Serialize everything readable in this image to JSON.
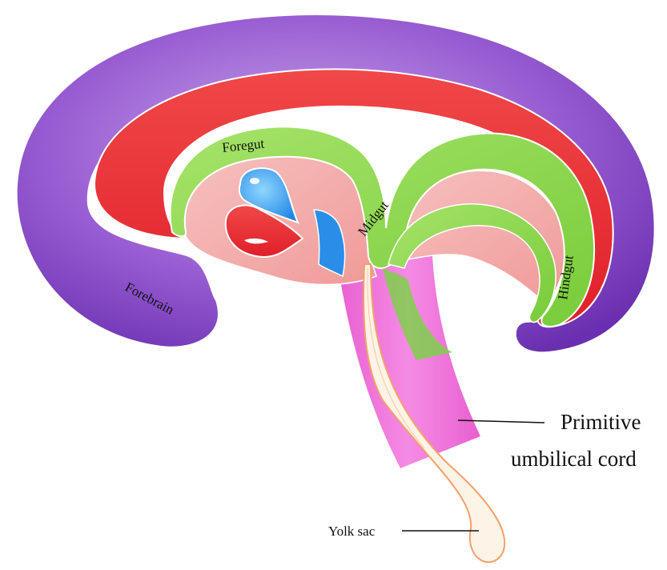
{
  "diagram": {
    "labels": {
      "foregut": "Foregut",
      "midgut": "Midgut",
      "hindgut": "Hindgut",
      "forebrain": "Forebrain",
      "primitive_umbilical_cord_line1": "Primitive",
      "primitive_umbilical_cord_line2": "umbilical cord",
      "yolk_sac": "Yolk sac"
    }
  }
}
